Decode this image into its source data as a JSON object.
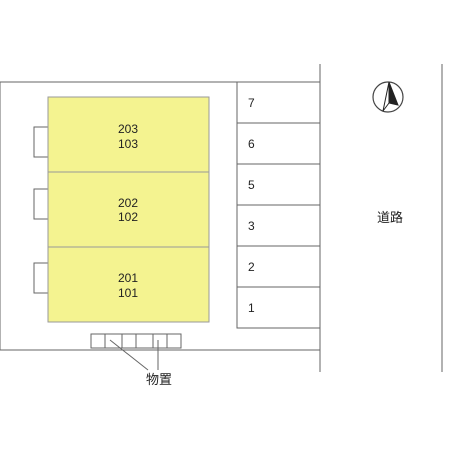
{
  "buildings": [
    {
      "upper": "203",
      "lower": "103"
    },
    {
      "upper": "202",
      "lower": "102"
    },
    {
      "upper": "201",
      "lower": "101"
    }
  ],
  "parking": [
    "7",
    "6",
    "5",
    "3",
    "2",
    "1"
  ],
  "road_label": "道路",
  "storage_label": "物置",
  "colors": {
    "building_fill": "#f4f390",
    "building_stroke": "#999999",
    "line": "#666666"
  },
  "icons": {
    "north": "north-arrow-icon"
  }
}
